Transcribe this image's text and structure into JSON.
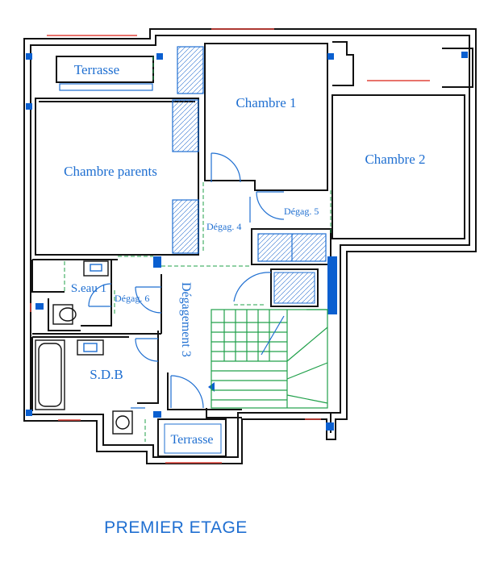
{
  "caption": "PREMIER ETAGE",
  "rooms": {
    "terrasse_top": "Terrasse",
    "chambre_1": "Chambre 1",
    "chambre_2": "Chambre 2",
    "chambre_parents": "Chambre parents",
    "degag_4": "Dégag. 4",
    "degag_5": "Dégag. 5",
    "seau_1": "S.eau 1",
    "degag_6": "Dégag. 6",
    "degagement_3": "Dégagement 3",
    "sdb": "S.D.B",
    "terrasse_bottom": "Terrasse"
  },
  "colors": {
    "wall": "#111111",
    "label": "#1f6fd1",
    "column": "#0a5fd0",
    "window": "#e0453c",
    "door_line": "#1f6fd1",
    "dash": "#20a04a"
  }
}
